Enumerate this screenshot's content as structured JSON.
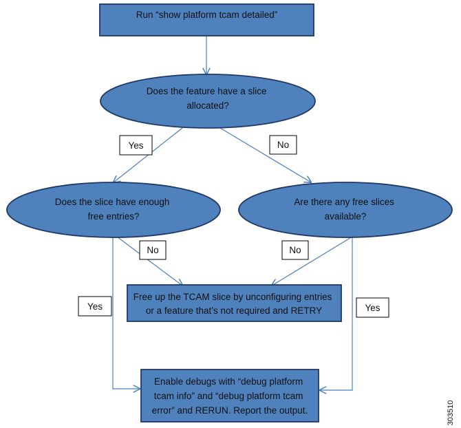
{
  "nodes": {
    "start": {
      "lines": [
        "Run “show platform tcam detailed”"
      ]
    },
    "q_slice_allocated": {
      "lines": [
        "Does the feature have a slice",
        "allocated?"
      ]
    },
    "q_enough_entries": {
      "lines": [
        "Does the slice have enough",
        "free entries?"
      ]
    },
    "q_free_slices": {
      "lines": [
        "Are there any free slices",
        "available?"
      ]
    },
    "free_up": {
      "lines": [
        "Free up the TCAM slice by unconfiguring entries",
        "or a feature that’s not required and RETRY"
      ]
    },
    "enable_debugs": {
      "lines": [
        "Enable debugs with “debug platform",
        "tcam info” and “debug platform tcam",
        "error” and RERUN. Report the output."
      ]
    }
  },
  "labels": {
    "yes_1": "Yes",
    "no_1": "No",
    "no_2": "No",
    "no_3": "No",
    "yes_2": "Yes",
    "yes_3": "Yes"
  },
  "figure_id": "303510",
  "colors": {
    "fill": "#4f81bd",
    "stroke": "#1f3864",
    "connector": "#4a7ebb"
  }
}
